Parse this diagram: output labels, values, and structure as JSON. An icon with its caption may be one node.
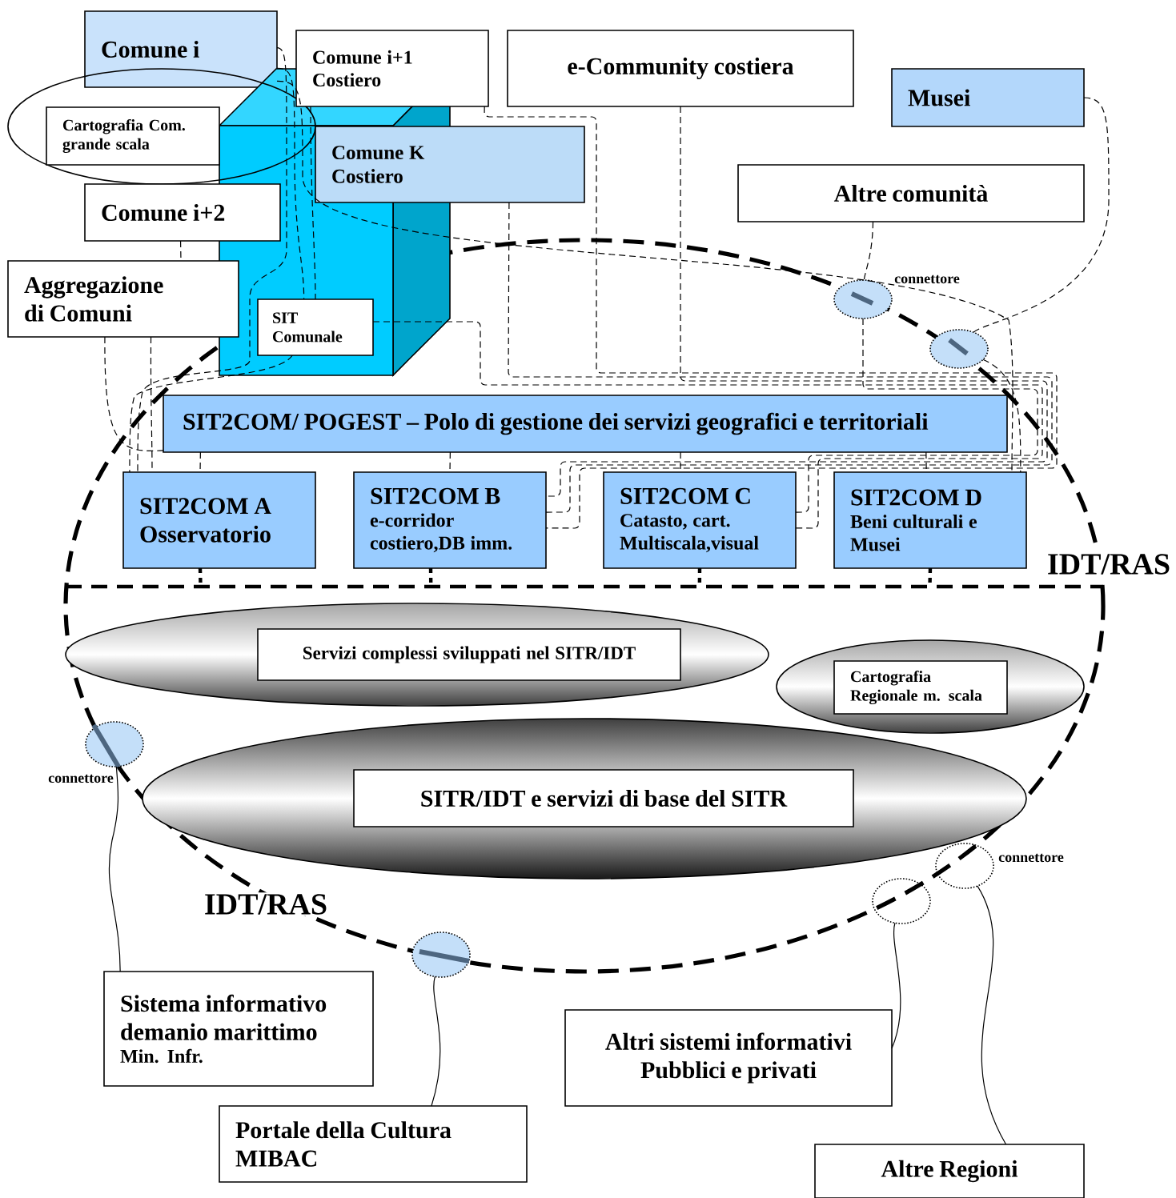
{
  "diagram": {
    "nodes": [
      {
        "text": [
          "Comune i"
        ]
      },
      {
        "text": [
          "Comune i+1 Costiero"
        ]
      },
      {
        "text": [
          "e-Community costiera"
        ]
      },
      {
        "text": [
          "Musei"
        ]
      },
      {
        "text": [],
        "shape": "ellipse"
      },
      {
        "text": [
          "Cartografia Com. grande scala"
        ],
        "in": 4
      },
      {
        "text": [],
        "shape": "cube"
      },
      {
        "text": [
          "Comune K Costiero"
        ]
      },
      {
        "text": [
          "Comune i+2"
        ]
      },
      {
        "text": [
          "Altre comunità"
        ]
      },
      {
        "text": [
          "Aggregazione di Comuni"
        ]
      },
      {
        "text": [
          "SIT Comunale"
        ],
        "in": 6
      },
      {
        "text": [],
        "shape": "circle",
        "beside": [
          "connettore"
        ]
      },
      {
        "text": [],
        "shape": "circle"
      },
      {
        "text": [
          "SIT2COM/ POGEST – Polo di gestione dei servizi geografici e territoriali"
        ]
      },
      {
        "text": [
          "SIT2COM A",
          "Osservatorio"
        ]
      },
      {
        "text": [
          "SIT2COM B",
          "e-corridor costiero,DB imm."
        ]
      },
      {
        "text": [
          "SIT2COM C",
          "Catasto, cart. Multiscala,visual"
        ]
      },
      {
        "text": [
          "SIT2COM D",
          "Beni culturali e Musei"
        ]
      },
      {
        "text": [],
        "shape": "ellipse"
      },
      {
        "text": [
          "Servizi complessi sviluppati nel SITR/IDT"
        ],
        "in": 19
      },
      {
        "text": [],
        "shape": "ellipse"
      },
      {
        "text": [
          "Cartografia Regionale m. scala"
        ],
        "in": 21
      },
      {
        "text": [],
        "shape": "circle",
        "beside": [
          "connettore"
        ]
      },
      {
        "text": [],
        "shape": "ellipse"
      },
      {
        "text": [
          "SITR/IDT e servizi di base del SITR"
        ],
        "in": 24
      },
      {
        "text": [],
        "shape": "circle",
        "beside": [
          "connettore"
        ]
      },
      {
        "text": [],
        "shape": "circle"
      },
      {
        "text": [],
        "shape": "circle"
      },
      {
        "text": [
          "Sistema informativo demanio marittimo",
          "Min. Infr."
        ]
      },
      {
        "text": [
          "Altri sistemi informativi Pubblici e privati"
        ]
      },
      {
        "text": [
          "Portale della Cultura MIBAC"
        ]
      },
      {
        "text": [
          "Altre Regioni"
        ]
      },
      {
        "text": [],
        "shape": "bar"
      }
    ],
    "edges": [
      {
        "from": 0,
        "to": 15,
        "arrow": "none",
        "style": "dashed"
      },
      {
        "from": 0,
        "to": 11,
        "arrow": "none",
        "style": "dashed"
      },
      {
        "from": 0,
        "to": 18,
        "arrow": "none",
        "style": "dashed"
      },
      {
        "from": 1,
        "to": 11,
        "arrow": "none",
        "style": "dashed"
      },
      {
        "from": 1,
        "to": 16,
        "arrow": "none",
        "style": "dashed"
      },
      {
        "from": 11,
        "to": 15,
        "arrow": "none",
        "style": "dashed"
      },
      {
        "from": 11,
        "to": 17,
        "arrow": "none",
        "style": "dashed"
      },
      {
        "from": 7,
        "to": 16,
        "arrow": "none",
        "style": "dashed"
      },
      {
        "from": 2,
        "to": 16,
        "arrow": "none",
        "style": "dashed"
      },
      {
        "from": 9,
        "to": 12,
        "arrow": "none",
        "style": "dashed"
      },
      {
        "from": 12,
        "to": 17,
        "arrow": "none",
        "style": "dashed"
      },
      {
        "from": 3,
        "to": 13,
        "arrow": "none",
        "style": "dashed"
      },
      {
        "from": 13,
        "to": 18,
        "arrow": "none",
        "style": "dashed"
      },
      {
        "from": 8,
        "to": 10,
        "arrow": "none",
        "style": "dashed"
      },
      {
        "from": 10,
        "to": 14,
        "arrow": "none",
        "style": "dashed"
      },
      {
        "from": 10,
        "to": 15,
        "arrow": "none",
        "style": "dashed"
      },
      {
        "from": 14,
        "to": 15,
        "arrow": "none",
        "style": "dashed"
      },
      {
        "from": 14,
        "to": 16,
        "arrow": "none",
        "style": "dashed"
      },
      {
        "from": 14,
        "to": 17,
        "arrow": "none",
        "style": "dashed"
      },
      {
        "from": 14,
        "to": 18,
        "arrow": "none",
        "style": "dashed"
      },
      {
        "from": 29,
        "to": 23,
        "arrow": "none"
      },
      {
        "from": 31,
        "to": 28,
        "arrow": "none"
      },
      {
        "from": 30,
        "to": 27,
        "arrow": "none"
      },
      {
        "from": 32,
        "to": 26,
        "arrow": "none"
      },
      {
        "from": 15,
        "to": 33,
        "arrow": "none",
        "style": "dashed"
      },
      {
        "from": 16,
        "to": 33,
        "arrow": "none",
        "style": "dashed"
      },
      {
        "from": 17,
        "to": 33,
        "arrow": "none",
        "style": "dashed"
      },
      {
        "from": 18,
        "to": 33,
        "arrow": "none",
        "style": "dashed"
      }
    ],
    "labels": [
      "IDT/RAS",
      "IDT/RAS"
    ]
  }
}
